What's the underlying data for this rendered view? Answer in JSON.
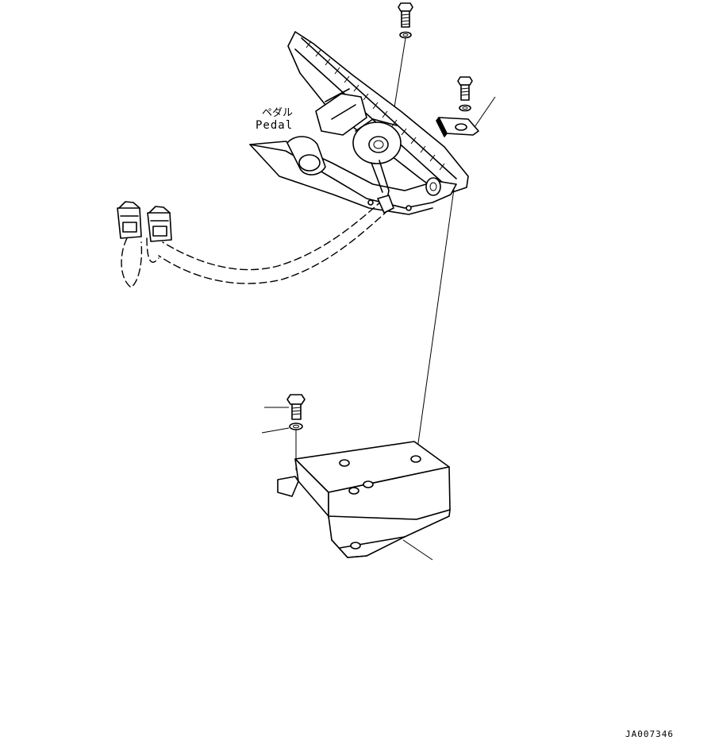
{
  "labels": {
    "pedal_jp": "ペダル",
    "pedal_en": "Pedal",
    "drawing_code": "JA007346"
  }
}
